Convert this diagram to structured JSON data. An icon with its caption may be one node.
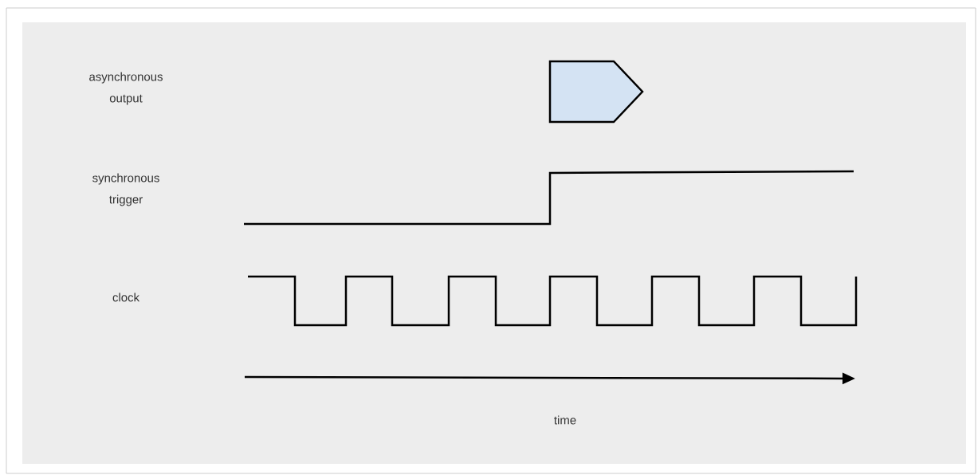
{
  "diagram": {
    "nodes": [
      {
        "text": [],
        "shape": "pentagon"
      }
    ],
    "labels": [
      "asynchronous output",
      "synchronous trigger",
      "clock",
      "time"
    ]
  }
}
